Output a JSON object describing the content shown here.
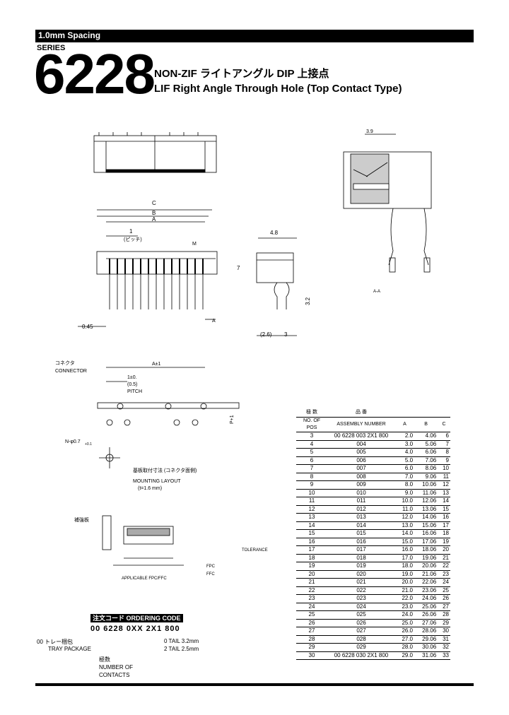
{
  "header": {
    "spacing": "1.0mm Spacing",
    "series_label": "SERIES",
    "series_number": "6228",
    "title_jp": "NON-ZIF ライトアングル DIP 上接点",
    "title_en": "LIF Right Angle Through Hole (Top Contact Type)"
  },
  "drawing": {
    "dim_c": "C",
    "dim_b": "B",
    "dim_a": "A",
    "dim_1": "1",
    "pitch_jp": "(ピッチ)",
    "dim_m": "M",
    "dim_045": "0.45",
    "arrow_a": "A",
    "side_w": "4.8",
    "side_h": "7",
    "side_tail": "3.2",
    "side_26": "(2.6)",
    "side_3": "3",
    "detail_39": "3.9",
    "view_a": "A-A",
    "connector_jp": "コネクタ",
    "connector_en": "CONNECTOR",
    "dim_a1": "A±1",
    "pitch_1": "1±0.",
    "pitch_05": "(0.5)",
    "pitch_en": "PITCH",
    "hole": "N-φ0.7",
    "hole_sub": "+0.1",
    "pc_dim": "P+1",
    "mounting_jp": "基板取付寸法 (コネクタ面側)",
    "mounting_en": "MOUNTING LAYOUT",
    "mounting_sub": "(t=1.6 mm)",
    "fpc_jp": "補強板",
    "fpc_label": "APPLICABLE FPC/FFC",
    "tol_title": "TOLERANCE",
    "fpc1": "FPC",
    "fpc2": "FFC"
  },
  "table": {
    "headers": [
      "極 数",
      "品 番",
      "",
      "",
      ""
    ],
    "headers2": [
      "NO. OF POS",
      "ASSEMBLY NUMBER",
      "A",
      "B",
      "C"
    ],
    "rows": [
      [
        "3",
        "00 6228 003 2X1 800",
        "2.0",
        "4.06",
        "6"
      ],
      [
        "4",
        "004",
        "3.0",
        "5.06",
        "7"
      ],
      [
        "5",
        "005",
        "4.0",
        "6.06",
        "8"
      ],
      [
        "6",
        "006",
        "5.0",
        "7.06",
        "9"
      ],
      [
        "7",
        "007",
        "6.0",
        "8.06",
        "10"
      ],
      [
        "8",
        "008",
        "7.0",
        "9.06",
        "11"
      ],
      [
        "9",
        "009",
        "8.0",
        "10.06",
        "12"
      ],
      [
        "10",
        "010",
        "9.0",
        "11.06",
        "13"
      ],
      [
        "11",
        "011",
        "10.0",
        "12.06",
        "14"
      ],
      [
        "12",
        "012",
        "11.0",
        "13.06",
        "15"
      ],
      [
        "13",
        "013",
        "12.0",
        "14.06",
        "16"
      ],
      [
        "14",
        "014",
        "13.0",
        "15.06",
        "17"
      ],
      [
        "15",
        "015",
        "14.0",
        "16.06",
        "18"
      ],
      [
        "16",
        "016",
        "15.0",
        "17.06",
        "19"
      ],
      [
        "17",
        "017",
        "16.0",
        "18.06",
        "20"
      ],
      [
        "18",
        "018",
        "17.0",
        "19.06",
        "21"
      ],
      [
        "19",
        "019",
        "18.0",
        "20.06",
        "22"
      ],
      [
        "20",
        "020",
        "19.0",
        "21.06",
        "23"
      ],
      [
        "21",
        "021",
        "20.0",
        "22.06",
        "24"
      ],
      [
        "22",
        "022",
        "21.0",
        "23.06",
        "25"
      ],
      [
        "23",
        "023",
        "22.0",
        "24.06",
        "26"
      ],
      [
        "24",
        "024",
        "23.0",
        "25.06",
        "27"
      ],
      [
        "25",
        "025",
        "24.0",
        "26.06",
        "28"
      ],
      [
        "26",
        "026",
        "25.0",
        "27.06",
        "29"
      ],
      [
        "27",
        "027",
        "26.0",
        "28.06",
        "30"
      ],
      [
        "28",
        "028",
        "27.0",
        "29.06",
        "31"
      ],
      [
        "29",
        "029",
        "28.0",
        "30.06",
        "32"
      ],
      [
        "30",
        "00 6228 030 2X1 800",
        "29.0",
        "31.06",
        "33"
      ]
    ]
  },
  "ordering": {
    "header": "注文コード ORDERING CODE",
    "code": "00 6228 0XX 2X1 800",
    "l1a": "00 トレー梱包",
    "l1b": "TRAY PACKAGE",
    "l2a": "極数",
    "l2b": "NUMBER OF",
    "l2c": "CONTACTS",
    "t1": "0  TAIL 3.2mm",
    "t2": "2  TAIL 2.5mm"
  }
}
